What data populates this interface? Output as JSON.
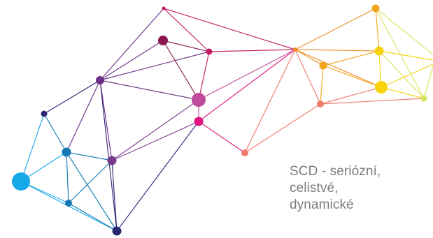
{
  "tagline": {
    "line1": "SCD - seriózní,",
    "line2": "celistvé,",
    "line3": "dynamické"
  },
  "colors": {
    "background": "#ffffff",
    "text": "#7b7b7b",
    "cyan": "#16a9e7",
    "teal_blue": "#1378b3",
    "navy": "#2a2772",
    "purple": "#6b2f86",
    "violet": "#7a3a8c",
    "maroon": "#8a1752",
    "crimson": "#c21a5f",
    "magenta": "#e01480",
    "orchid": "#c04b9c",
    "salmon": "#f07a6b",
    "orange": "#f08a1c",
    "amber": "#f2a51a",
    "yellow": "#f8d20a",
    "lime": "#d7e35a"
  }
}
